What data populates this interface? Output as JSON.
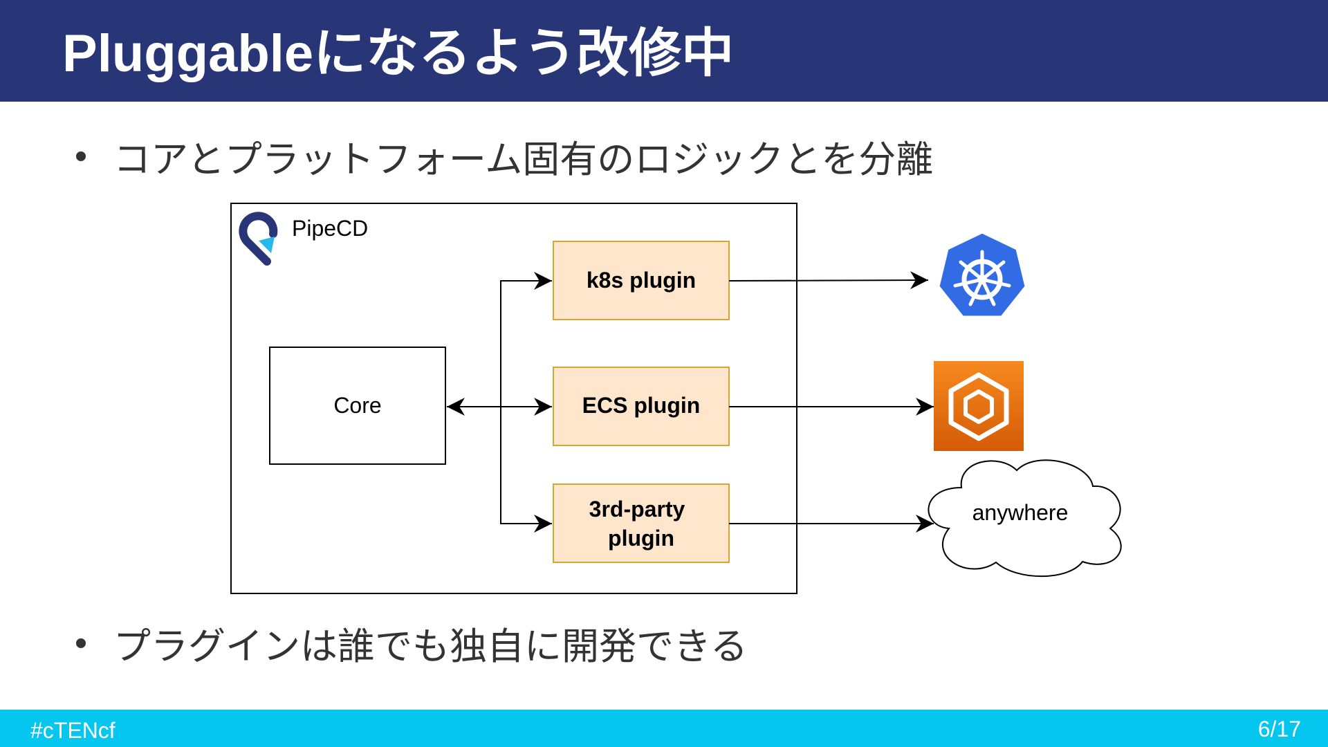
{
  "slide": {
    "title": "Pluggableになるよう改修中",
    "bullets": [
      "コアとプラットフォーム固有のロジックとを分離",
      "プラグインは誰でも独自に開発できる"
    ]
  },
  "diagram": {
    "container_label": "PipeCD",
    "core_label": "Core",
    "plugins": [
      {
        "lines": [
          "k8s plugin"
        ]
      },
      {
        "lines": [
          "ECS plugin"
        ]
      },
      {
        "lines": [
          "3rd-party",
          "plugin"
        ]
      }
    ],
    "targets": {
      "kubernetes_icon": "kubernetes-logo",
      "ecs_icon": "aws-ecs-logo",
      "cloud_label": "anywhere"
    },
    "colors": {
      "plugin_fill": "#fde6cc",
      "plugin_border": "#d7a531",
      "k8s_blue": "#326ce5",
      "ecs_orange_top": "#f68a1e",
      "ecs_orange_bottom": "#d45b07",
      "pipecd_navy": "#283577",
      "pipecd_cyan": "#27b8ea"
    }
  },
  "footer": {
    "hashtag": "#cTENcf",
    "page": "6/17"
  },
  "theme": {
    "header_bg": "#283577",
    "footer_bg": "#05c6ef"
  }
}
